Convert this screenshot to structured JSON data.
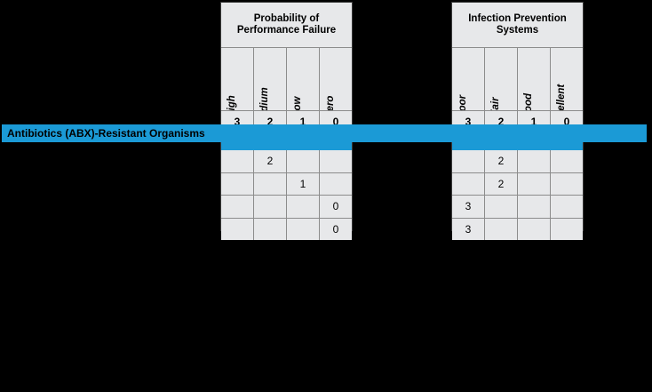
{
  "banner": {
    "label": "Antibiotics (ABX)-Resistant Organisms",
    "color": "#1b9ad6"
  },
  "matrices": [
    {
      "id": "probability-of-performance-failure",
      "title": "Probability of\nPerformance Failure",
      "columns": [
        {
          "label": "High",
          "score": "3"
        },
        {
          "label": "Medium",
          "score": "2"
        },
        {
          "label": "Low",
          "score": "1"
        },
        {
          "label": "Zero",
          "score": "0"
        }
      ],
      "rows": [
        [
          "",
          "2",
          "",
          ""
        ],
        [
          "",
          "",
          "1",
          ""
        ],
        [
          "",
          "",
          "",
          "0"
        ],
        [
          "",
          "",
          "",
          "0"
        ]
      ]
    },
    {
      "id": "infection-prevention-systems",
      "title": "Infection Prevention\nSystems",
      "columns": [
        {
          "label": "Poor",
          "score": "3"
        },
        {
          "label": "Fair",
          "score": "2"
        },
        {
          "label": "Good",
          "score": "1"
        },
        {
          "label": "Excellent",
          "score": "0"
        }
      ],
      "rows": [
        [
          "",
          "2",
          "",
          ""
        ],
        [
          "",
          "2",
          "",
          ""
        ],
        [
          "3",
          "",
          "",
          ""
        ],
        [
          "3",
          "",
          "",
          ""
        ]
      ]
    }
  ],
  "colors": {
    "cell_fill": "#e7e8ea",
    "grid_line": "#8c8c8c",
    "outer_border": "#3a3a3a",
    "background": "#000000",
    "text": "#000000"
  }
}
